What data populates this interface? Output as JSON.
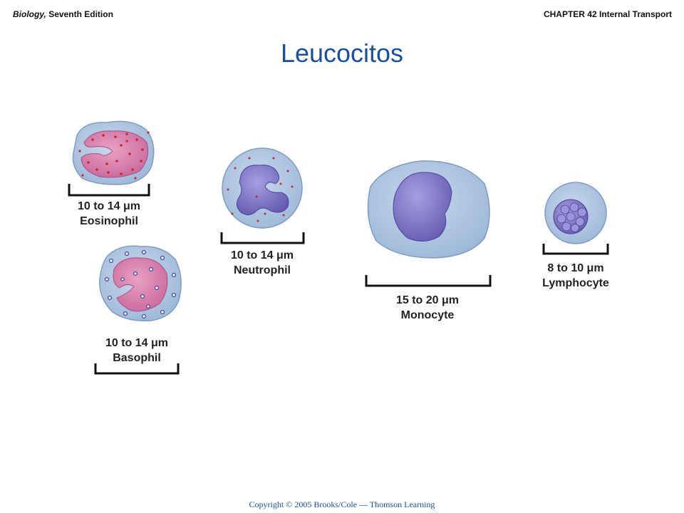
{
  "header": {
    "book_title": "Biology,",
    "edition": "Seventh Edition",
    "chapter": "CHAPTER 42 Internal Transport"
  },
  "title": "Leucocitos",
  "cells": {
    "eosinophil": {
      "size": "10 to 14 μm",
      "name": "Eosinophil"
    },
    "neutrophil": {
      "size": "10 to 14 μm",
      "name": "Neutrophil"
    },
    "monocyte": {
      "size": "15 to 20 μm",
      "name": "Monocyte"
    },
    "lymphocyte": {
      "size": "8 to 10 μm",
      "name": "Lymphocyte"
    },
    "basophil": {
      "size": "10 to 14 μm",
      "name": "Basophil"
    }
  },
  "copyright": "Copyright © 2005 Brooks/Cole — Thomson Learning",
  "colors": {
    "cytoplasm": "#a9c3de",
    "nucleus_pink": "#d77aa6",
    "nucleus_purple": "#7b74c4",
    "title": "#1a4f9c"
  }
}
